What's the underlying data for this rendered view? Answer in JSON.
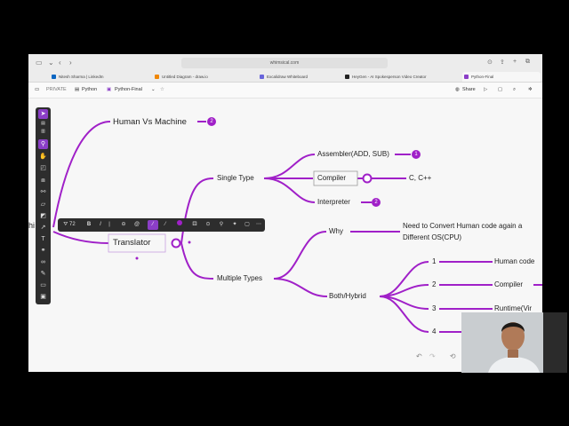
{
  "browser": {
    "url": "whimsical.com",
    "tabs": [
      {
        "label": "Nitesh Sharma | LinkedIn",
        "color": "#0a66c2"
      },
      {
        "label": "Untitled Diagram - draw.io",
        "color": "#f08705"
      },
      {
        "label": "Excalidraw Whiteboard",
        "color": "#6965db"
      },
      {
        "label": "HeyGen - AI Spokesperson Video Creator",
        "color": "#222222"
      },
      {
        "label": "Python-Final",
        "color": "#8b3ec7"
      }
    ]
  },
  "app": {
    "privacy": "PRIVATE",
    "breadcrumb_folder": "Python",
    "breadcrumb_board": "Python-Final",
    "share_label": "Share"
  },
  "format_toolbar": {
    "font_size": "72",
    "bold": "B",
    "italic": "I"
  },
  "mindmap": {
    "root_partial": "hi",
    "human_vs_machine": "Human Vs Machine",
    "translator": "Translator",
    "single_type": "Single Type",
    "multiple_types": "Multiple Types",
    "assembler": "Assembler(ADD, SUB)",
    "compiler": "Compiler",
    "interpreter": "Interpreter",
    "c_cpp": "C, C++",
    "why": "Why",
    "need_line1": "Need to Convert Human code  again a",
    "need_line2": "Different OS(CPU)",
    "both_hybrid": "Both/Hybrid",
    "items": [
      "1",
      "2",
      "3",
      "4"
    ],
    "human_code": "Human code",
    "compiler2": "Compiler",
    "runtime": "Runtime(Vir",
    "badges": {
      "human_vs_machine": "2",
      "assembler": "1",
      "interpreter": "2"
    }
  },
  "colors": {
    "branch": "#a020c8",
    "toolbar_bg": "#2d2d2d",
    "accent": "#8b3ec7"
  }
}
